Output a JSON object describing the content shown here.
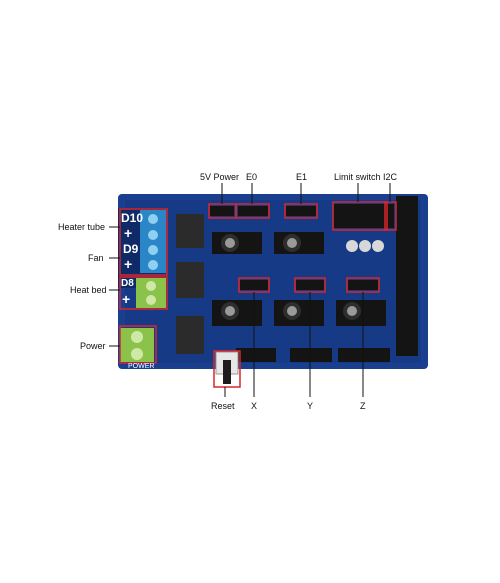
{
  "labels": {
    "five_v_power": "5V Power",
    "e0": "E0",
    "e1": "E1",
    "limit_switch": "Limit switch",
    "i2c": "I2C",
    "heater_tube": "Heater tube",
    "fan": "Fan",
    "heat_bed": "Heat bed",
    "power": "Power",
    "reset": "Reset",
    "x": "X",
    "y": "Y",
    "z": "Z"
  },
  "board_text": {
    "d10": "D10",
    "d9": "D9",
    "d8": "D8",
    "plus": "+",
    "power_silk": "POWER"
  },
  "colors": {
    "pcb_blue": "#1a3f8f",
    "pcb_dark": "#0f2a66",
    "terminal_blue": "#2a86c7",
    "terminal_green": "#8bc34a",
    "callout_red": "#d9262b",
    "pin_black": "#141414"
  }
}
